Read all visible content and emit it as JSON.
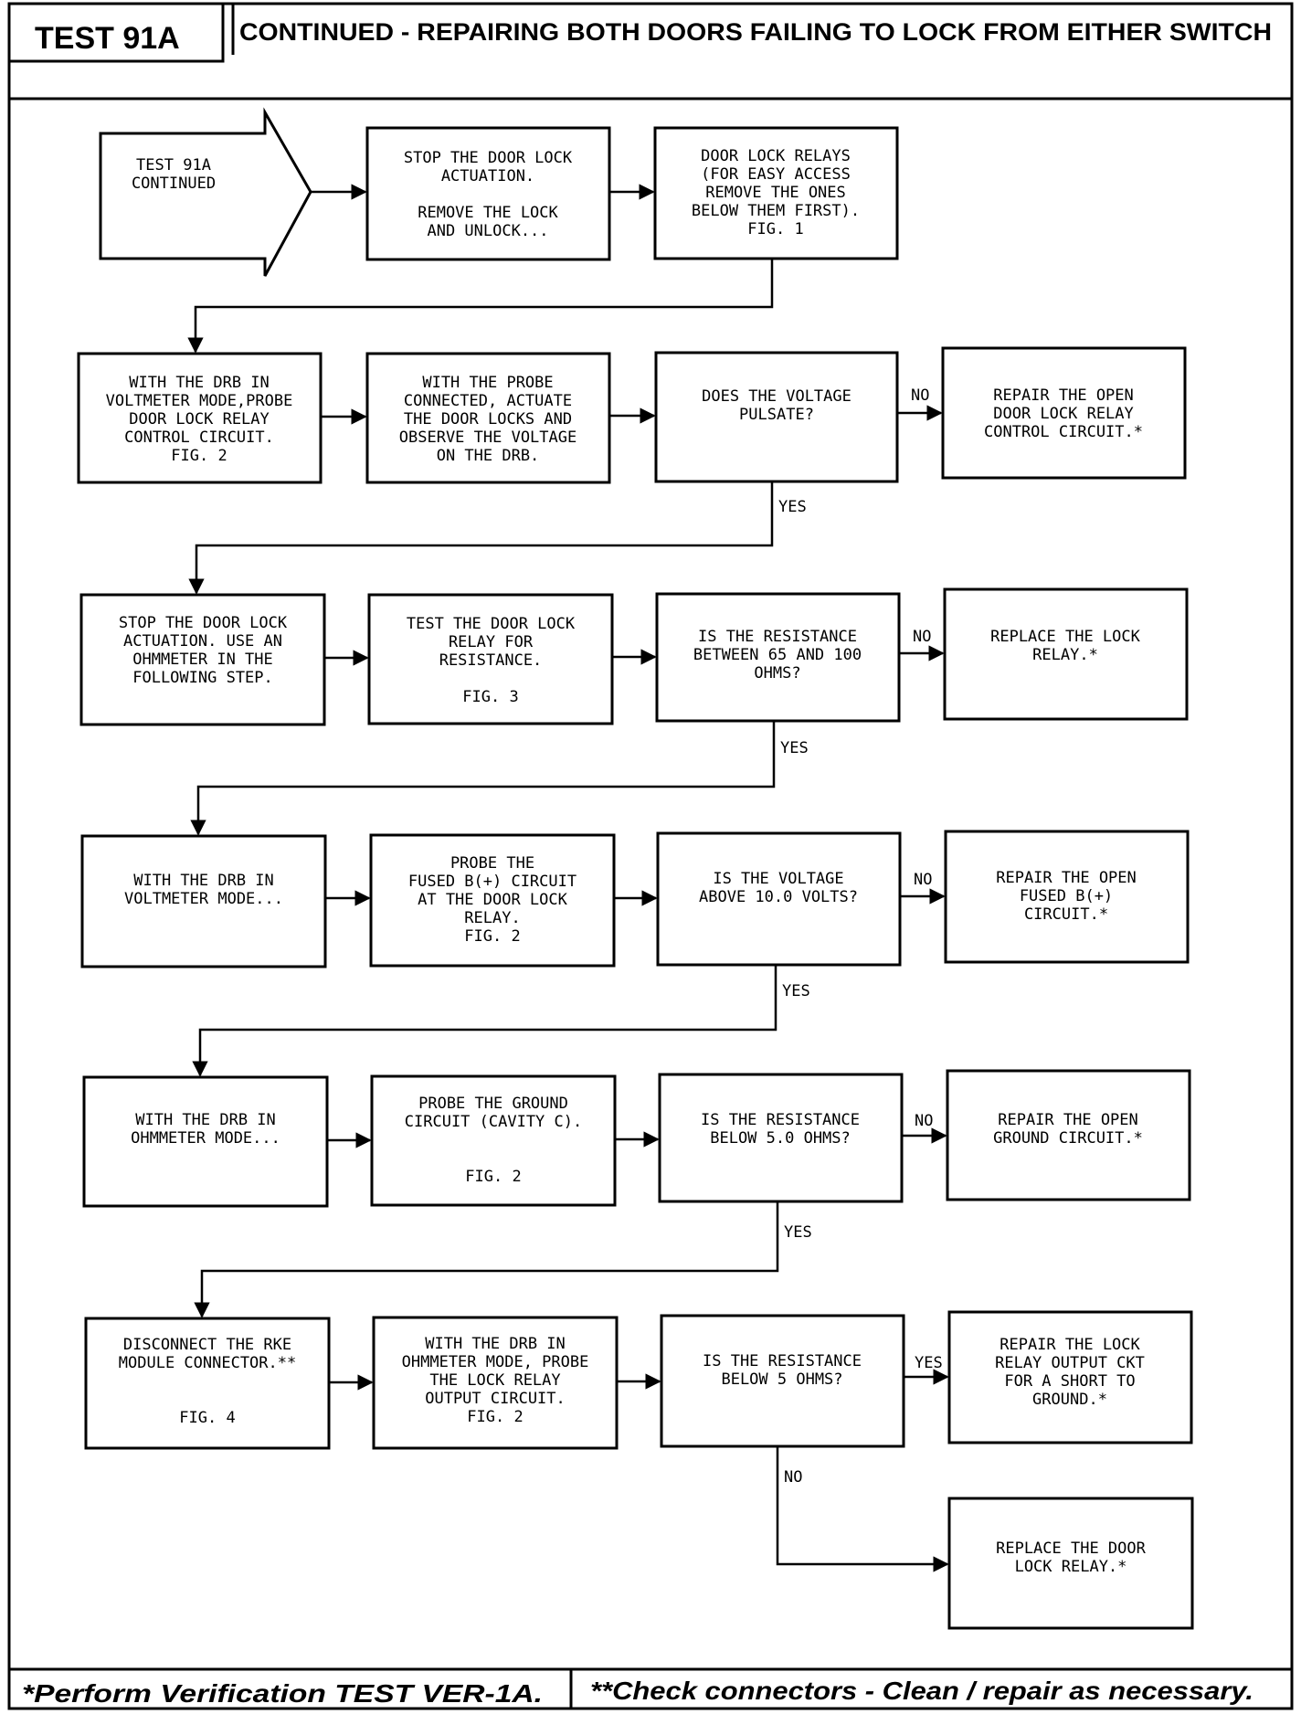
{
  "header": {
    "test_id": "TEST 91A",
    "title": "CONTINUED -  REPAIRING BOTH DOORS FAILING TO LOCK FROM EITHER SWITCH"
  },
  "footer": {
    "left": "*Perform Verification TEST VER-1A.",
    "right": "**Check connectors - Clean / repair as necessary."
  },
  "edge_labels": {
    "yes": "YES",
    "no": "NO"
  },
  "steps": {
    "start": [
      "TEST 91A",
      "CONTINUED"
    ],
    "r1c2": [
      "STOP THE DOOR LOCK",
      "ACTUATION.",
      "",
      "REMOVE THE LOCK",
      "AND UNLOCK..."
    ],
    "r1c3": [
      "DOOR LOCK RELAYS",
      "(FOR EASY ACCESS",
      "REMOVE THE ONES",
      "BELOW THEM FIRST).",
      "FIG. 1"
    ],
    "r2c1": [
      "WITH THE DRB IN",
      "VOLTMETER MODE,PROBE",
      "DOOR LOCK RELAY",
      "CONTROL CIRCUIT.",
      "FIG. 2"
    ],
    "r2c2": [
      "WITH THE PROBE",
      "CONNECTED, ACTUATE",
      "THE DOOR LOCKS AND",
      "OBSERVE THE VOLTAGE",
      "ON THE DRB."
    ],
    "r2c3": [
      "DOES THE VOLTAGE",
      "PULSATE?"
    ],
    "r2c4": [
      "REPAIR THE OPEN",
      "DOOR LOCK RELAY",
      "CONTROL CIRCUIT.*"
    ],
    "r3c1": [
      "STOP THE DOOR LOCK",
      "ACTUATION. USE AN",
      "OHMMETER IN THE",
      "FOLLOWING STEP."
    ],
    "r3c2": [
      "TEST THE DOOR LOCK",
      "RELAY FOR",
      "RESISTANCE.",
      "",
      "FIG. 3"
    ],
    "r3c3": [
      "IS THE RESISTANCE",
      "BETWEEN 65 AND 100",
      "OHMS?"
    ],
    "r3c4": [
      "REPLACE THE LOCK",
      "RELAY.*"
    ],
    "r4c1": [
      "WITH THE DRB IN",
      "VOLTMETER MODE..."
    ],
    "r4c2": [
      "PROBE THE",
      "FUSED B(+) CIRCUIT",
      "AT THE DOOR LOCK",
      "RELAY.",
      "FIG. 2"
    ],
    "r4c3": [
      "IS THE VOLTAGE",
      "ABOVE 10.0 VOLTS?"
    ],
    "r4c4": [
      "REPAIR THE OPEN",
      "FUSED B(+)",
      "CIRCUIT.*"
    ],
    "r5c1": [
      "WITH THE DRB IN",
      "OHMMETER MODE..."
    ],
    "r5c2": [
      "PROBE THE GROUND",
      "CIRCUIT (CAVITY C).",
      "",
      "",
      "FIG. 2"
    ],
    "r5c3": [
      "IS THE RESISTANCE",
      "BELOW 5.0 OHMS?"
    ],
    "r5c4": [
      "REPAIR THE OPEN",
      "GROUND CIRCUIT.*"
    ],
    "r6c1": [
      "DISCONNECT THE RKE",
      "MODULE CONNECTOR.**",
      "",
      "",
      "FIG. 4"
    ],
    "r6c2": [
      "WITH THE DRB IN",
      "OHMMETER MODE, PROBE",
      "THE LOCK RELAY",
      "OUTPUT CIRCUIT.",
      "FIG. 2"
    ],
    "r6c3": [
      "IS THE RESISTANCE",
      "BELOW 5 OHMS?"
    ],
    "r6c4": [
      "REPAIR THE LOCK",
      "RELAY OUTPUT CKT",
      "FOR A SHORT TO",
      "GROUND.*"
    ],
    "r7c4": [
      "REPLACE THE DOOR",
      "LOCK RELAY.*"
    ]
  }
}
